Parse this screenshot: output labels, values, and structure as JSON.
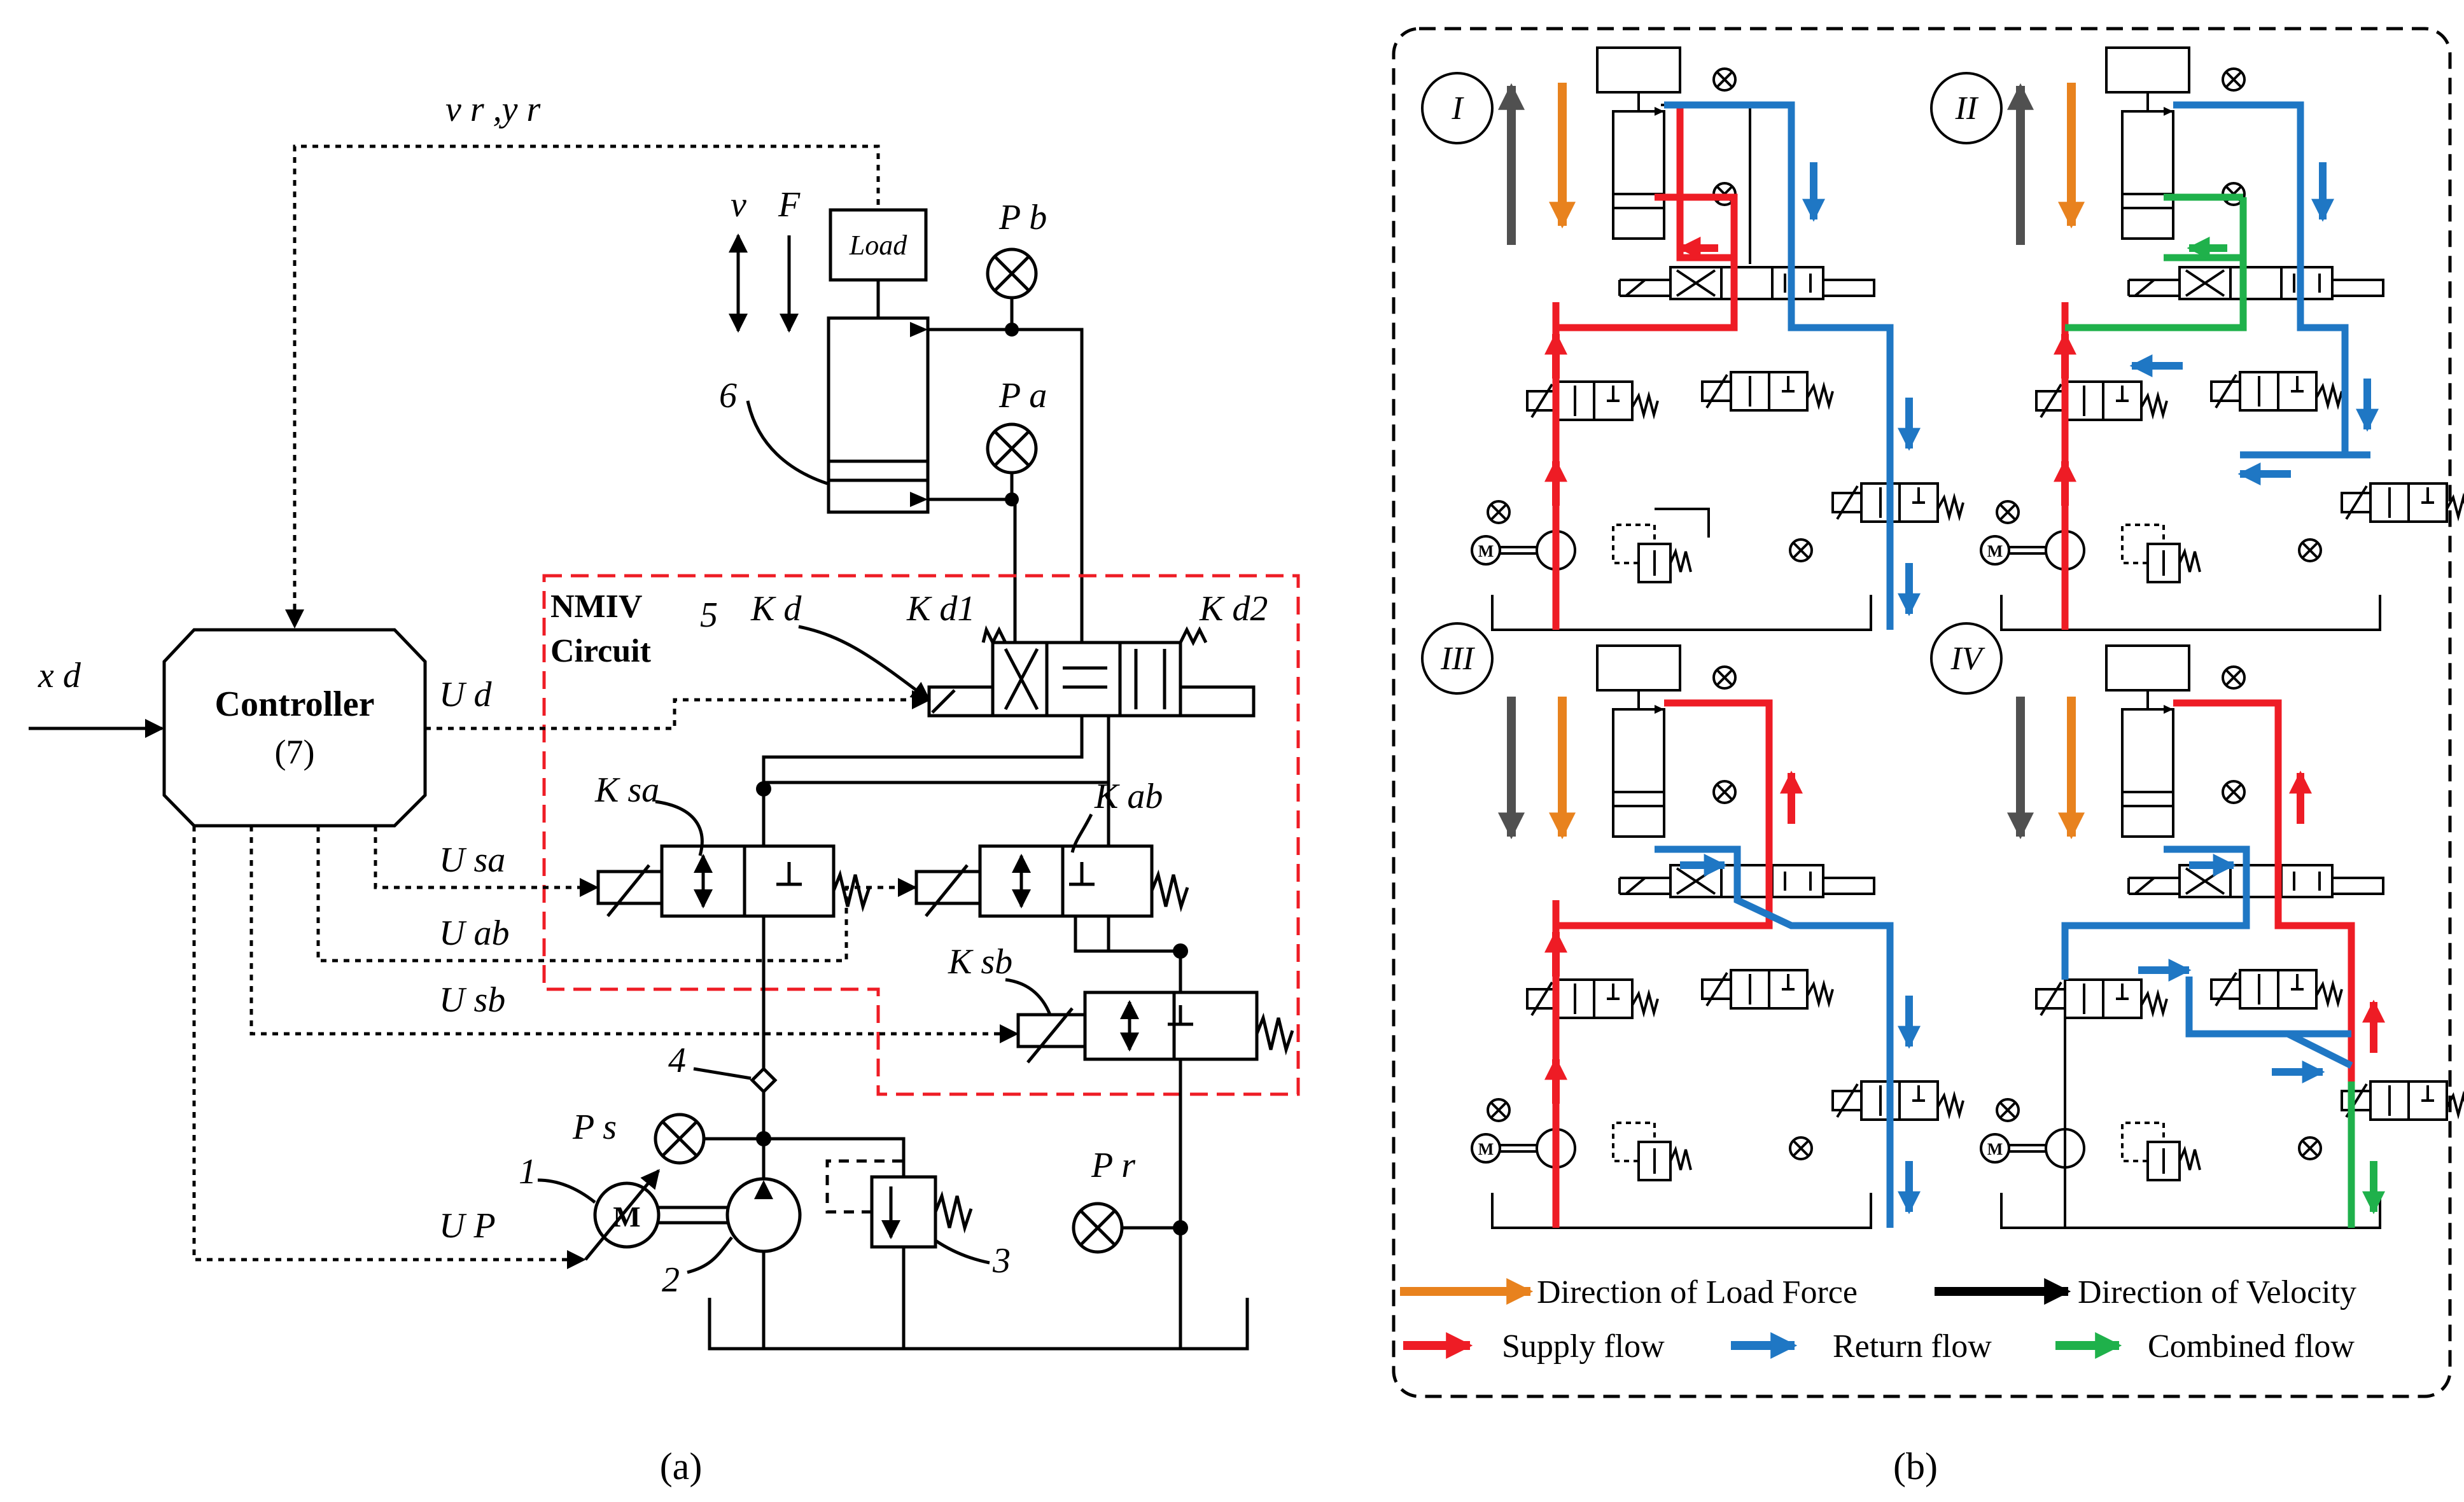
{
  "panel_a": {
    "caption": "(a)",
    "controller": {
      "title": "Controller",
      "number": "(7)"
    },
    "input": "x d",
    "feedback": "v r ,y r",
    "load": "Load",
    "velocity": "v",
    "force": "F",
    "pressures": {
      "pb": "P b",
      "pa": "P a",
      "ps": "P s",
      "pr": "P r"
    },
    "gains": {
      "kd": "K d",
      "kd1": "K d1",
      "kd2": "K d2",
      "ksa": "K sa",
      "kab": "K ab",
      "ksb": "K sb"
    },
    "signals": {
      "ud": "U d",
      "usa": "U sa",
      "uab": "U ab",
      "usb": "U sb",
      "up": "U P"
    },
    "nmiv_line1": "NMIV",
    "nmiv_line2": "Circuit",
    "numbers": {
      "n1": "1",
      "n2": "2",
      "n3": "3",
      "n4": "4",
      "n5": "5",
      "n6": "6"
    },
    "motor": "M"
  },
  "panel_b": {
    "caption": "(b)",
    "quadrants": [
      "I",
      "II",
      "III",
      "IV"
    ],
    "motor": "M",
    "legend": {
      "load_force": "Direction of Load Force",
      "velocity": "Direction of Velocity",
      "supply": "Supply flow",
      "return": "Return flow",
      "combined": "Combined flow"
    }
  },
  "colors": {
    "supply": "#ee1c25",
    "return": "#1f77c4",
    "combined": "#1fb14b",
    "load_force": "#e8821e",
    "velocity": "#505050"
  }
}
